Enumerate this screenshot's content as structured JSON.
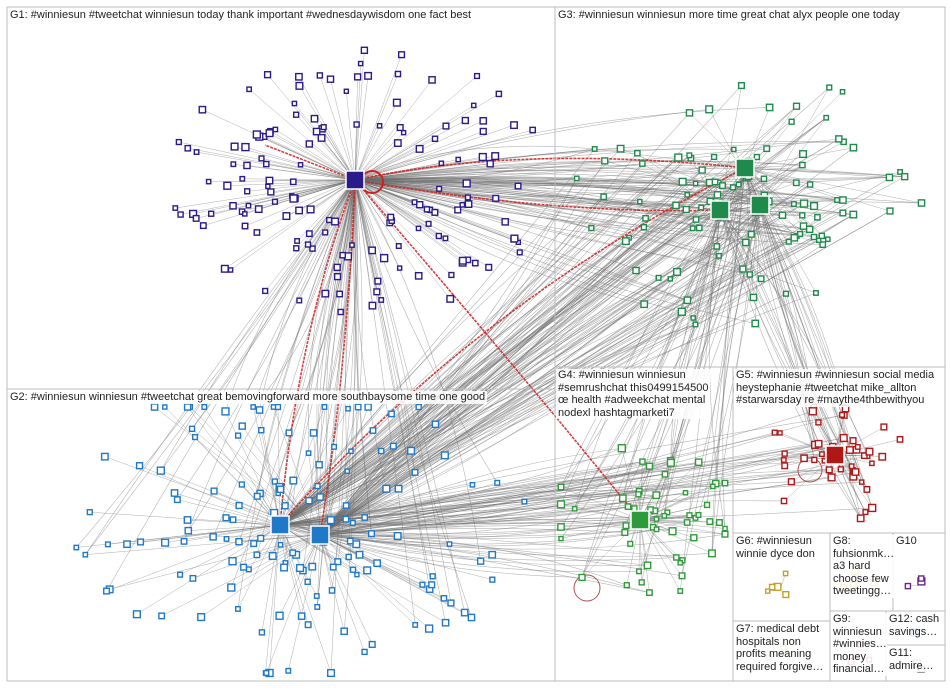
{
  "groups": [
    {
      "id": "G1",
      "label": "G1: #winniesun #tweetchat winniesun today thank important #wednesdaywisdom one fact best",
      "color": "#2a1a8a",
      "nodes": 150
    },
    {
      "id": "G3",
      "label": "G3: #winniesun winniesun more time great chat alyx people one today",
      "color": "#1f8a4c",
      "nodes": 110
    },
    {
      "id": "G2",
      "label": "G2: #winniesun winniesun #tweetchat great bemovingforward more southbaysome time one good",
      "color": "#1f78c8",
      "nodes": 150
    },
    {
      "id": "G4",
      "label": "G4: #winniesun winniesun\n#semrushchat this0499154500\nœ health #adweekchat mental\nnodexl hashtagmarketi7",
      "color": "#2e9b3a",
      "nodes": 55
    },
    {
      "id": "G5",
      "label": "G5: #winniesun #winniesun social media\nheystephanie #tweetchat mike_allton\n#starwarsday re #maythe4thbewithyou",
      "color": "#b01818",
      "nodes": 45
    },
    {
      "id": "G6",
      "label": "G6: #winniesun\nwinnie dyce don",
      "color": "#c8a020",
      "nodes": 5
    },
    {
      "id": "G8",
      "label": "G8:\nfuhsionmk…\na3 hard\nchoose few\ntweetingg…",
      "color": "#d4b030",
      "nodes": 4
    },
    {
      "id": "G10",
      "label": "G10",
      "color": "#6a2a8a",
      "nodes": 3
    },
    {
      "id": "G7",
      "label": "G7: medical debt\nhospitals non\nprofits meaning\nrequired forgive…",
      "color": "#d8a040",
      "nodes": 3
    },
    {
      "id": "G9",
      "label": "G9:\nwinniesun\n#winnies…\nmoney\nfinancial…",
      "color": "#c0407a",
      "nodes": 3
    },
    {
      "id": "G12",
      "label": "G12: cash\nsavings…",
      "color": "#407ab0",
      "nodes": 2
    },
    {
      "id": "G11",
      "label": "G11:\nadmire…",
      "color": "#7a7a7a",
      "nodes": 2
    }
  ],
  "colors": {
    "edge": "#6e6e6e",
    "highlight_edge": "#d01f1f",
    "panel_border": "#bdbdbd"
  }
}
